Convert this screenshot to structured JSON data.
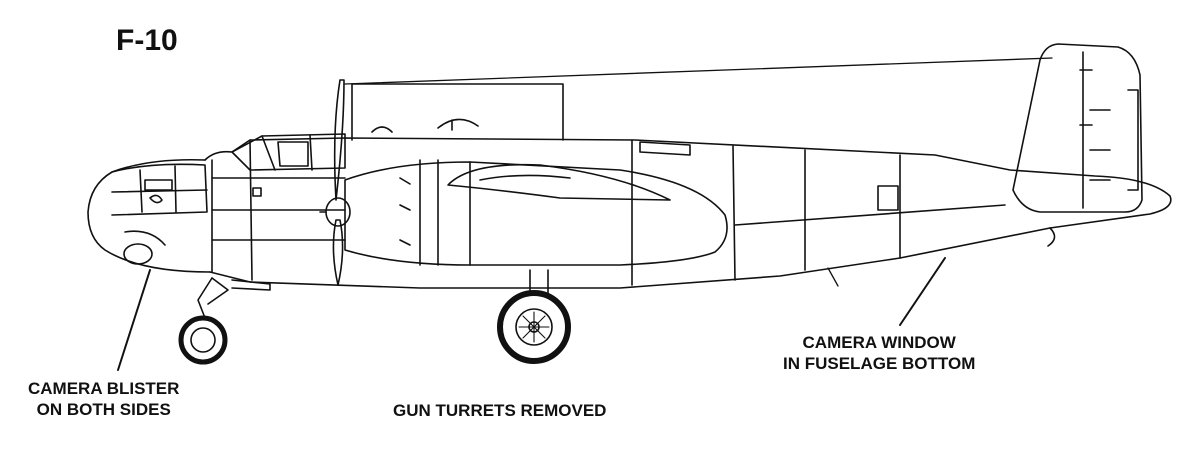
{
  "diagram": {
    "title": "F-10",
    "callouts": {
      "camera_blister": {
        "line1": "CAMERA BLISTER",
        "line2": "ON BOTH SIDES"
      },
      "gun_turrets": {
        "text": "GUN TURRETS REMOVED"
      },
      "camera_window": {
        "line1": "CAMERA WINDOW",
        "line2": "IN FUSELAGE BOTTOM"
      }
    }
  }
}
